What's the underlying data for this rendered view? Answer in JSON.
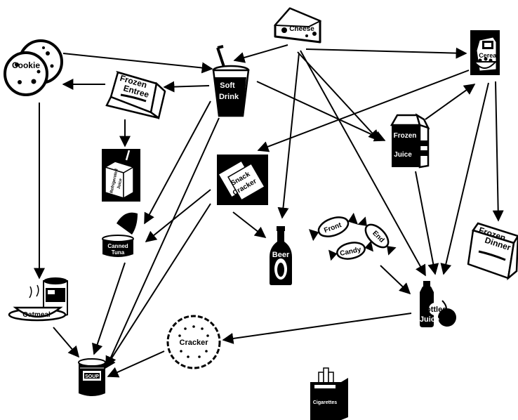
{
  "nodes": {
    "cheese": {
      "label": "Cheese"
    },
    "cookie": {
      "label": "Cookie"
    },
    "soft_drink": {
      "label": "Soft Drink",
      "line1": "Soft",
      "line2": "Drink"
    },
    "cereal": {
      "label": "Cereal"
    },
    "frozen_entree": {
      "label": "Frozen Entree",
      "line1": "Frozen",
      "line2": "Entree"
    },
    "refrigerated_juice": {
      "label": "Refrigerated Juice",
      "line1": "Refrigerated",
      "line2": "Juice"
    },
    "snack_cracker": {
      "label": "Snack Cracker",
      "line1": "Snack",
      "line2": "Cracker"
    },
    "frozen_juice": {
      "label": "Frozen Juice",
      "line1": "Frozen",
      "line2": "Juice"
    },
    "canned_tuna": {
      "label": "Canned Tuna",
      "line1": "Canned",
      "line2": "Tuna"
    },
    "beer": {
      "label": "Beer"
    },
    "front_end_candy": {
      "label": "Front End Candy",
      "w1": "Front",
      "w2": "End",
      "w3": "Candy"
    },
    "frozen_dinner": {
      "label": "Frozen Dinner",
      "line1": "Frozen",
      "line2": "Dinner"
    },
    "oatmeal": {
      "label": "Oatmeal"
    },
    "bottled_juice": {
      "label": "Bottled Juice",
      "line1": "Bottled",
      "line2": "Juice"
    },
    "cracker": {
      "label": "Cracker"
    },
    "soup": {
      "label": "SOUP"
    },
    "cigarettes": {
      "label": "Cigarettes"
    }
  },
  "edges": [
    {
      "from": "cookie",
      "to": "soft_drink"
    },
    {
      "from": "cheese",
      "to": "soft_drink"
    },
    {
      "from": "cheese",
      "to": "cereal"
    },
    {
      "from": "cheese",
      "to": "beer"
    },
    {
      "from": "cheese",
      "to": "bottled_juice"
    },
    {
      "from": "cheese",
      "to": "frozen_juice"
    },
    {
      "from": "soft_drink",
      "to": "frozen_entree"
    },
    {
      "from": "frozen_entree",
      "to": "cookie"
    },
    {
      "from": "frozen_entree",
      "to": "refrigerated_juice"
    },
    {
      "from": "soft_drink",
      "to": "frozen_juice"
    },
    {
      "from": "soft_drink",
      "to": "canned_tuna"
    },
    {
      "from": "soft_drink",
      "to": "soup"
    },
    {
      "from": "cereal",
      "to": "snack_cracker"
    },
    {
      "from": "frozen_juice",
      "to": "cereal"
    },
    {
      "from": "cereal",
      "to": "frozen_dinner"
    },
    {
      "from": "cereal",
      "to": "bottled_juice"
    },
    {
      "from": "frozen_juice",
      "to": "bottled_juice"
    },
    {
      "from": "snack_cracker",
      "to": "canned_tuna"
    },
    {
      "from": "snack_cracker",
      "to": "soup"
    },
    {
      "from": "snack_cracker",
      "to": "beer"
    },
    {
      "from": "cookie",
      "to": "oatmeal"
    },
    {
      "from": "oatmeal",
      "to": "soup"
    },
    {
      "from": "canned_tuna",
      "to": "soup"
    },
    {
      "from": "front_end_candy",
      "to": "bottled_juice"
    },
    {
      "from": "bottled_juice",
      "to": "cracker"
    },
    {
      "from": "cracker",
      "to": "soup"
    }
  ]
}
